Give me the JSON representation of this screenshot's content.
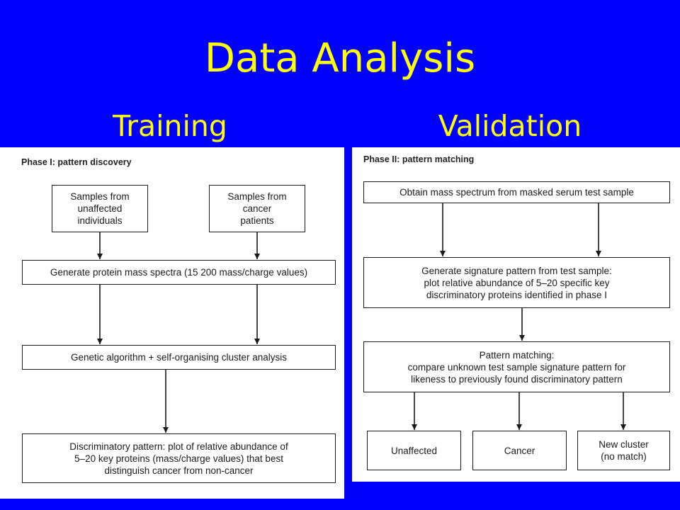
{
  "title": "Data Analysis",
  "columns": {
    "training": "Training",
    "validation": "Validation"
  },
  "phase1": {
    "label": "Phase I: pattern discovery",
    "unaffected": [
      "Samples from",
      "unaffected",
      "individuals"
    ],
    "cancer_patients": [
      "Samples from",
      "cancer",
      "patients"
    ],
    "spectra": [
      "Generate protein mass spectra (15 200 mass/charge values)"
    ],
    "genetic": [
      "Genetic algorithm + self-organising cluster analysis"
    ],
    "discriminatory": [
      "Discriminatory pattern: plot of relative abundance of",
      "5–20 key proteins (mass/charge values) that best",
      "distinguish cancer from non-cancer"
    ]
  },
  "phase2": {
    "label": "Phase II: pattern matching",
    "obtain": [
      "Obtain mass spectrum from masked serum test sample"
    ],
    "signature": [
      "Generate signature pattern from test sample:",
      "plot relative abundance of 5–20 specific key",
      "discriminatory proteins identified in phase I"
    ],
    "matching": [
      "Pattern matching:",
      "compare unknown test sample signature pattern for",
      "likeness to previously found discriminatory pattern"
    ],
    "unaffected": [
      "Unaffected"
    ],
    "cancer": [
      "Cancer"
    ],
    "new_cluster": [
      "New cluster",
      "(no match)"
    ]
  },
  "colors": {
    "background": "#0000ff",
    "heading_text": "#ffff00",
    "panel": "#ffffff",
    "flow_line": "#1a1a1a"
  }
}
